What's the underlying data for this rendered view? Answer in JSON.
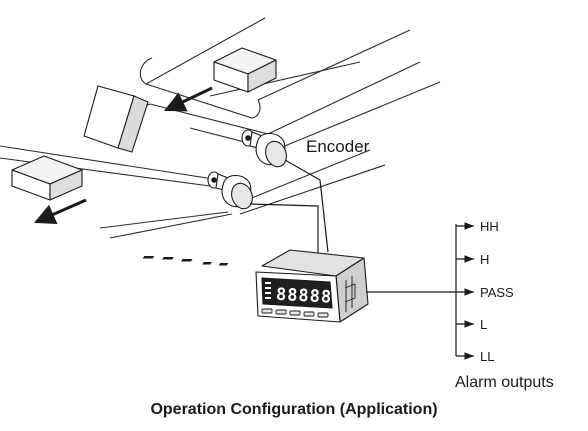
{
  "labels": {
    "encoder": "Encoder",
    "alarm_outputs_title": "Alarm outputs",
    "caption": "Operation Configuration (Application)"
  },
  "alarm_outputs": [
    "HH",
    "H",
    "PASS",
    "L",
    "LL"
  ],
  "device": {
    "display_digits": "88888"
  }
}
